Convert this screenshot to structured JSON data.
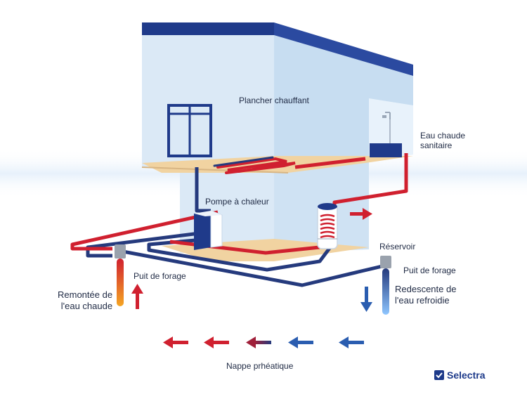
{
  "labels": {
    "floor_heating": "Plancher chauffant",
    "hot_water": "Eau chaude\nsanitaire",
    "heat_pump": "Pompe à chaleur",
    "reservoir": "Réservoir",
    "well_left": "Puit de forage",
    "well_right": "Puit de forage",
    "warm_rise": "Remontée de\nl'eau chaude",
    "cold_descent": "Redescente de\nl'eau refroidie",
    "water_table": "Nappe prhéatique"
  },
  "brand": {
    "name": "Selectra"
  },
  "colors": {
    "hot_pipe": "#d0202f",
    "cold_pipe": "#253a7d",
    "building_wall": "#dbe9f6",
    "roof_band": "#1f3a8a",
    "floor_slab": "#f1d3a1",
    "arrow_blue": "#2a5db0"
  }
}
